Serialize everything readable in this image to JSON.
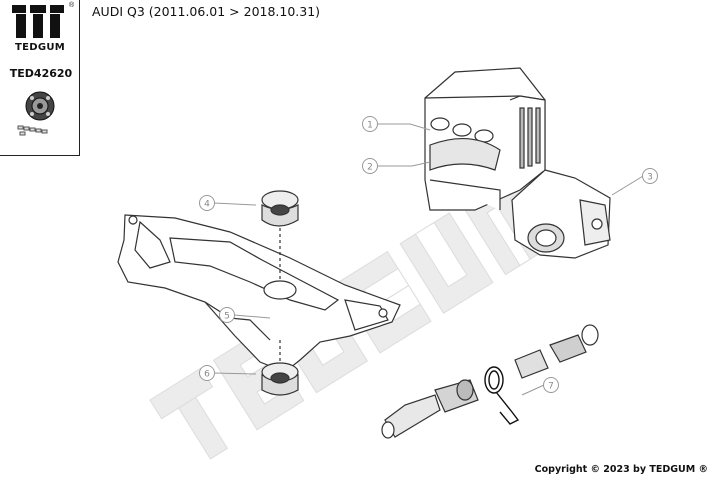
{
  "brand": {
    "name": "TEDGUM",
    "registered_mark": "®",
    "part_number": "TED42620"
  },
  "header": {
    "vehicle_title": "AUDI Q3 (2011.06.01 > 2018.10.31)"
  },
  "callouts": [
    "1",
    "2",
    "3",
    "4",
    "5",
    "6",
    "7"
  ],
  "footer": {
    "copyright": "Copyright © 2023 by TEDGUM ®"
  },
  "watermark": {
    "text": "TEDGUM",
    "color": "#e6e6e6"
  },
  "colors": {
    "line": "#333333",
    "callout": "#9a9a9a",
    "frame": "#222222"
  }
}
